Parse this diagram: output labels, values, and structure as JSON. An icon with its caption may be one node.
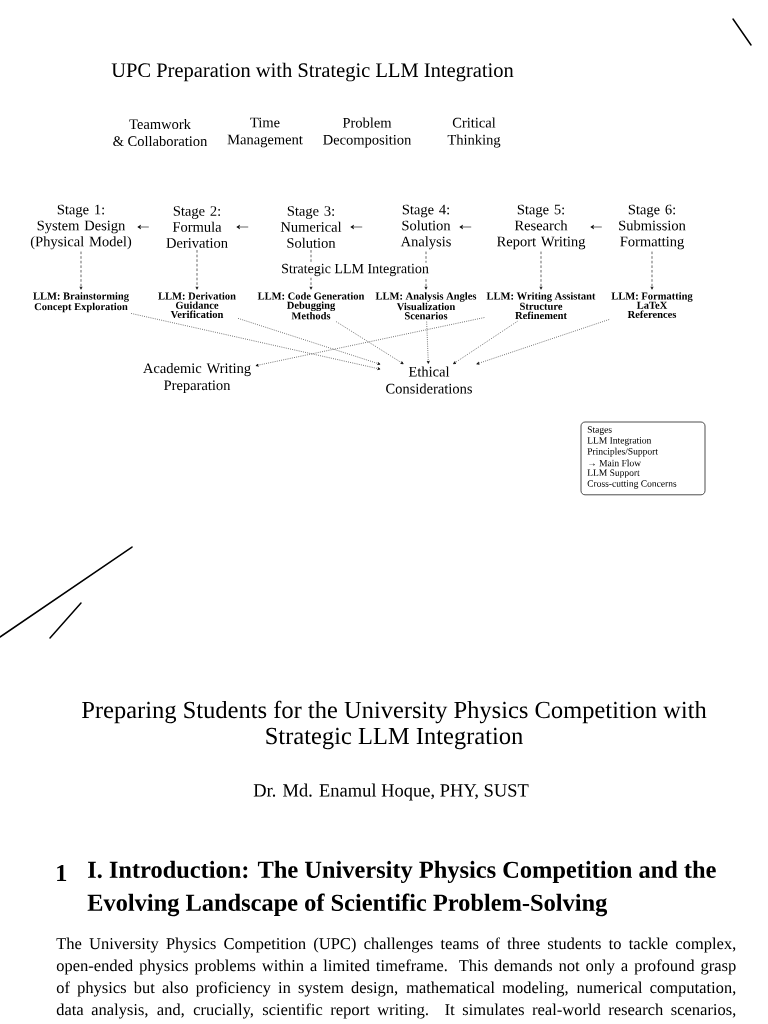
{
  "diagram": {
    "title": "UPC Preparation with Strategic LLM Integration",
    "nodes": [
      {
        "text": [
          "Stage 1:",
          "System Design (Physical Model)"
        ]
      },
      {
        "text": [
          "Stage 2:",
          "Formula Derivation"
        ]
      },
      {
        "text": [
          "Stage 3:",
          "Numerical Solution"
        ]
      },
      {
        "text": [
          "Stage 4:",
          "Solution Analysis"
        ]
      },
      {
        "text": [
          "Stage 5:",
          "Research Report Writing"
        ]
      },
      {
        "text": [
          "Stage 6:",
          "Submission Formatting"
        ]
      },
      {
        "text": [
          "LLM: Brainstorming",
          "Concept Exploration"
        ]
      },
      {
        "text": [
          "LLM: Derivation",
          "Guidance",
          "Verification"
        ]
      },
      {
        "text": [
          "LLM: Code Generation",
          "Debugging",
          "Methods"
        ]
      },
      {
        "text": [
          "LLM: Analysis Angles",
          "Visualization",
          "Scenarios"
        ]
      },
      {
        "text": [
          "LLM: Writing Assistant",
          "Structure",
          "Refinement"
        ]
      },
      {
        "text": [
          "LLM: Formatting",
          "LaTeX",
          "References"
        ]
      },
      {
        "text": [
          "Academic Writing Preparation"
        ]
      },
      {
        "text": [
          "Ethical Considerations"
        ]
      }
    ],
    "edges": [
      {
        "from": 1,
        "to": 0,
        "arrow": "to"
      },
      {
        "from": null,
        "to": 1,
        "arrow": "to"
      },
      {
        "from": null,
        "to": 2,
        "arrow": "to"
      },
      {
        "from": null,
        "to": 3,
        "arrow": "to"
      },
      {
        "from": 5,
        "to": 4,
        "arrow": "to"
      },
      {
        "from": 0,
        "to": 6,
        "arrow": "to",
        "style": "dashed"
      },
      {
        "from": 1,
        "to": 7,
        "arrow": "to",
        "style": "dashed"
      },
      {
        "from": 2,
        "to": 8,
        "arrow": "to",
        "style": "dashed"
      },
      {
        "from": 3,
        "to": 9,
        "arrow": "to",
        "style": "dashed"
      },
      {
        "from": 4,
        "to": 10,
        "arrow": "to",
        "style": "dashed"
      },
      {
        "from": 5,
        "to": 11,
        "arrow": "to",
        "style": "dashed"
      },
      {
        "from": 6,
        "to": 13,
        "arrow": "to",
        "style": "dashed"
      },
      {
        "from": 7,
        "to": 13,
        "arrow": "to",
        "style": "dashed"
      },
      {
        "from": 8,
        "to": 13,
        "arrow": "to",
        "style": "dashed"
      },
      {
        "from": 9,
        "to": 13,
        "arrow": "to",
        "style": "dashed"
      },
      {
        "from": 10,
        "to": 12,
        "arrow": "to",
        "style": "dashed"
      },
      {
        "from": 10,
        "to": 13,
        "arrow": "to",
        "style": "dashed"
      },
      {
        "from": 11,
        "to": 13,
        "arrow": "to",
        "style": "dashed"
      }
    ],
    "labels": [
      "Teamwork & Collaboration",
      "Time Management",
      "Problem Decomposition",
      "Critical Thinking",
      "Strategic LLM Integration",
      "Preparing Students for the University Physics Competition with Strategic LLM Integration",
      "Dr. Md. Enamul Hoque, PHY, SUST",
      "1",
      "I. Introduction: The University Physics Competition and the Evolving Landscape of Scientific Problem-Solving",
      "The University Physics Competition (UPC) challenges teams of three students to tackle complex, open-ended physics problems within a limited timeframe. This demands not only a profound grasp of physics but also proficiency in system design, mathematical modeling, numerical computation, data analysis, and, crucially, scientific report writing. It simulates real-world research scenarios,"
    ],
    "legend": [
      {
        "text": "Stages"
      },
      {
        "text": "LLM Integration"
      },
      {
        "text": "Principles/Support"
      },
      {
        "text": "→ Main Flow"
      },
      {
        "text": "LLM Support"
      },
      {
        "text": "Cross-cutting Concerns"
      }
    ]
  }
}
